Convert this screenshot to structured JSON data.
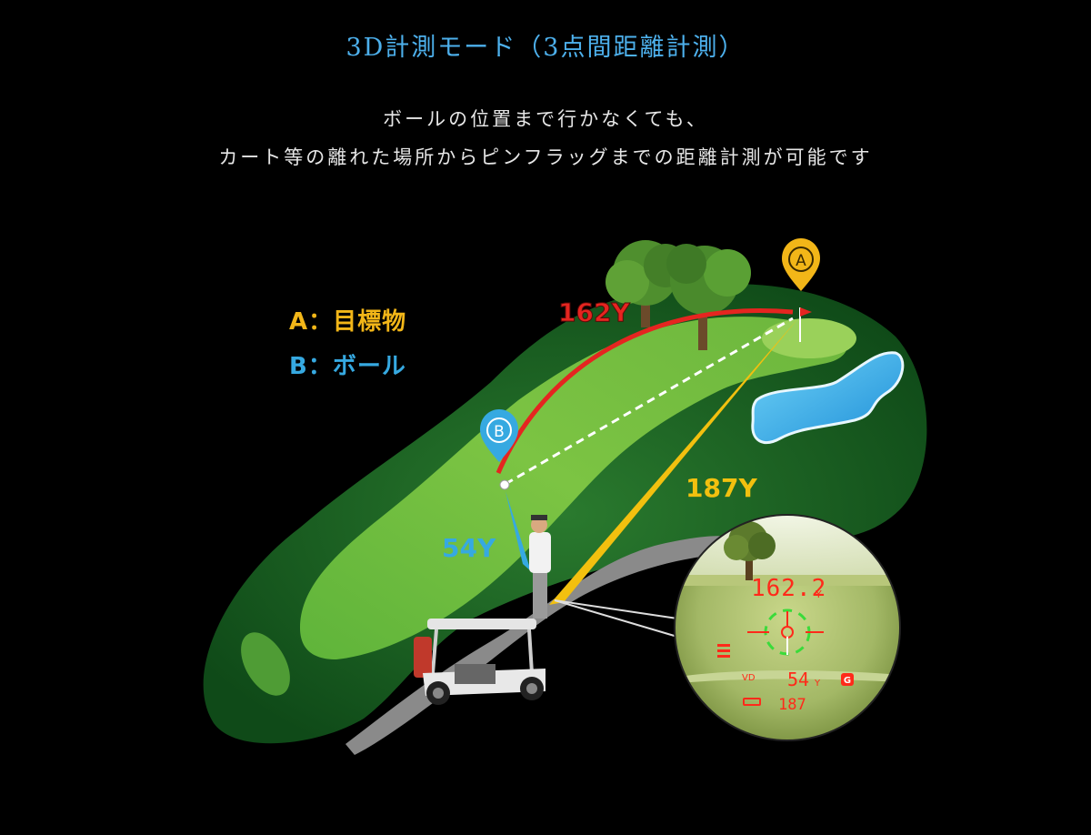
{
  "title": "3D計測モード（3点間距離計測）",
  "description": {
    "line1": "ボールの位置まで行かなくても、",
    "line2": "カート等の離れた場所からピンフラッグまでの距離計測が可能です"
  },
  "legend": {
    "a": "A：目標物",
    "b": "B：ボール"
  },
  "markers": {
    "a": "A",
    "b": "B"
  },
  "distances": {
    "ball_to_pin": "162Y",
    "cart_to_pin": "187Y",
    "cart_to_ball": "54Y"
  },
  "viewfinder": {
    "main": "162.2",
    "main_unit": "Y",
    "mode": "VD",
    "secondary": "54",
    "secondary_unit": "Y",
    "badge": "G",
    "tertiary": "187"
  },
  "colors": {
    "title": "#4db0ec",
    "red_arc": "#e52520",
    "yellow_line": "#f2c00f",
    "blue_line": "#36a9e1",
    "viewfinder_text": "#ff2a1a"
  }
}
